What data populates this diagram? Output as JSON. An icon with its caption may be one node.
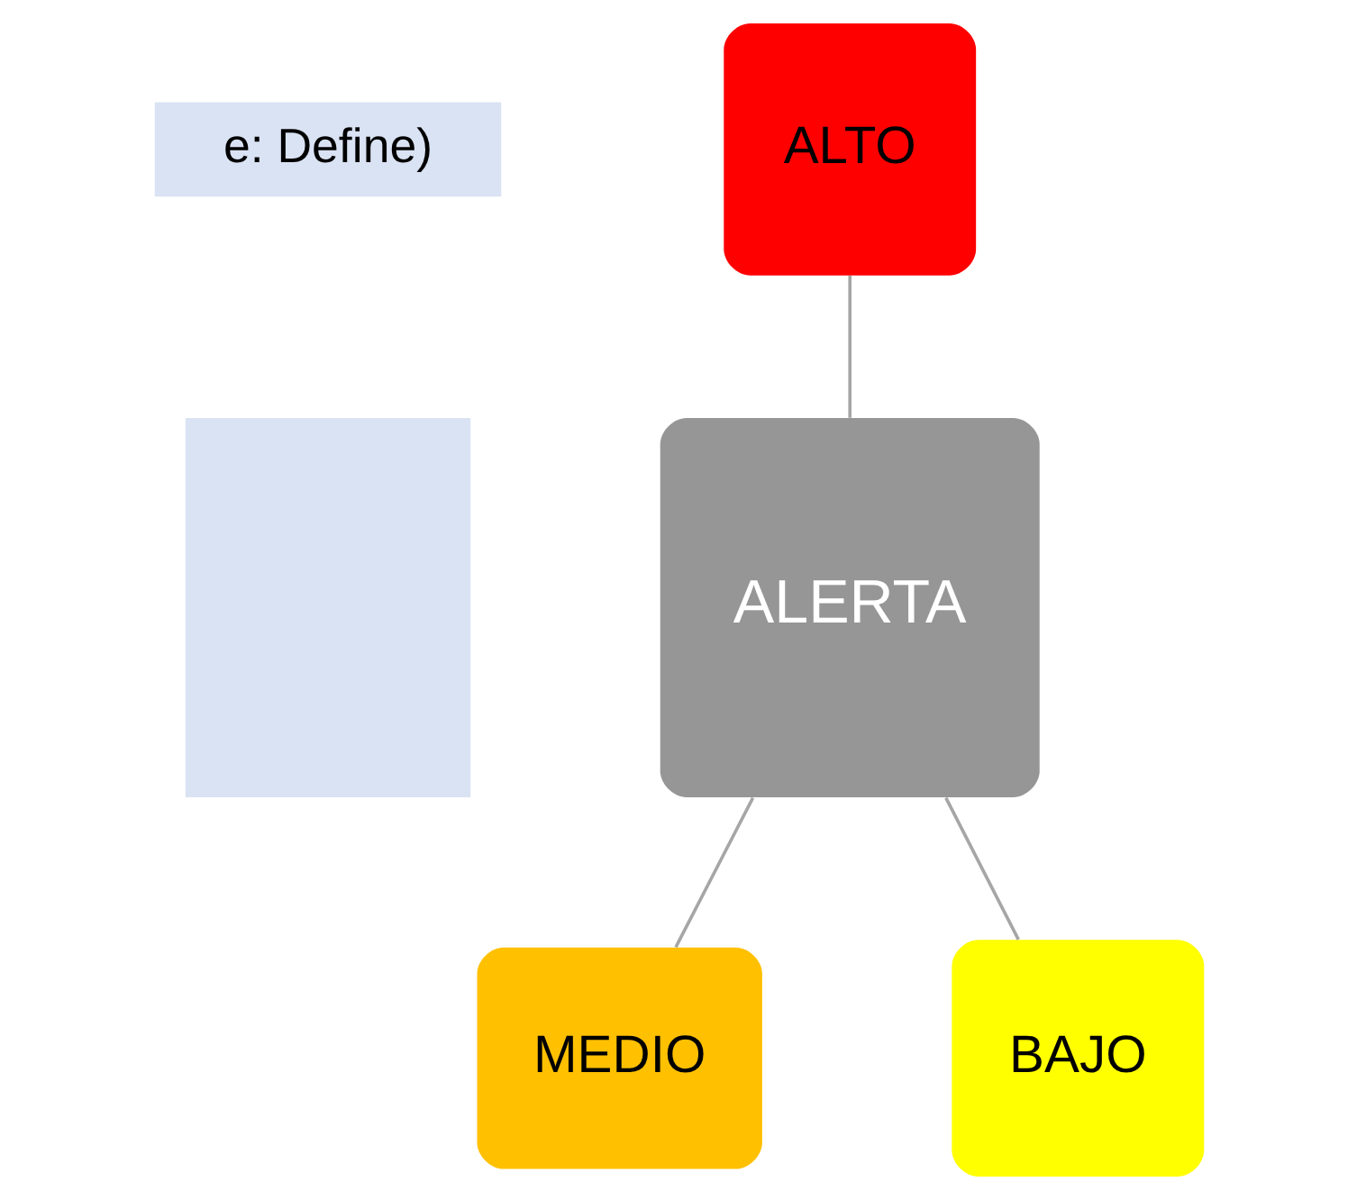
{
  "diagram": {
    "nodes": [
      {
        "text": [
          "e: Define)"
        ]
      },
      {
        "text": [],
        "shape": "box"
      },
      {
        "text": [
          "ALTO"
        ]
      },
      {
        "text": [
          "ALERTA"
        ]
      },
      {
        "text": [
          "MEDIO"
        ]
      },
      {
        "text": [
          "BAJO"
        ]
      }
    ],
    "edges": [
      {
        "from": 2,
        "to": 3,
        "arrow": "none"
      },
      {
        "from": 3,
        "to": 4,
        "arrow": "none"
      },
      {
        "from": 3,
        "to": 5,
        "arrow": "none"
      }
    ]
  }
}
